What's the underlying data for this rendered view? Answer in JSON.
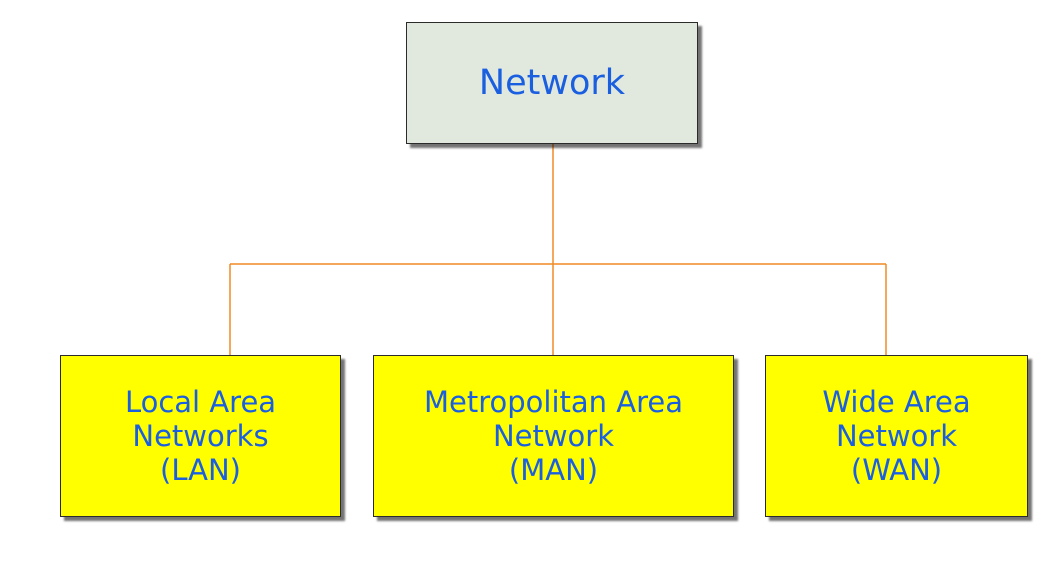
{
  "diagram": {
    "root": {
      "label": "Network",
      "fill": "#e1e9df"
    },
    "children": [
      {
        "id": "lan",
        "label": "Local Area\nNetworks\n(LAN)"
      },
      {
        "id": "man",
        "label": "Metropolitan Area\nNetwork\n(MAN)"
      },
      {
        "id": "wan",
        "label": "Wide Area\nNetwork\n(WAN)"
      }
    ],
    "colors": {
      "text": "#1a5fe0",
      "child_fill": "#ffff00",
      "connector": "#f08a24"
    }
  }
}
